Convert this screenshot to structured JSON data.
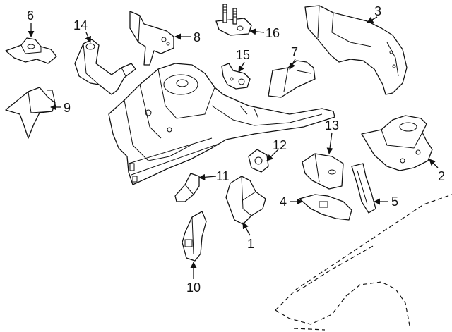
{
  "callouts": [
    {
      "id": "1",
      "text": "1"
    },
    {
      "id": "2",
      "text": "2"
    },
    {
      "id": "3",
      "text": "3"
    },
    {
      "id": "4",
      "text": "4"
    },
    {
      "id": "5",
      "text": "5"
    },
    {
      "id": "6",
      "text": "6"
    },
    {
      "id": "7",
      "text": "7"
    },
    {
      "id": "8",
      "text": "8"
    },
    {
      "id": "9",
      "text": "9"
    },
    {
      "id": "10",
      "text": "10"
    },
    {
      "id": "11",
      "text": "11"
    },
    {
      "id": "12",
      "text": "12"
    },
    {
      "id": "13",
      "text": "13"
    },
    {
      "id": "14",
      "text": "14"
    },
    {
      "id": "15",
      "text": "15"
    },
    {
      "id": "16",
      "text": "16"
    }
  ],
  "colors": {
    "line": "#111111",
    "background": "#ffffff"
  }
}
